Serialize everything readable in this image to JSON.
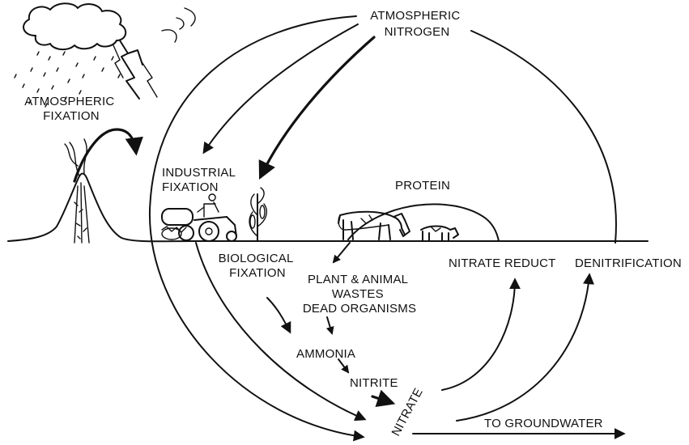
{
  "labels": {
    "atmospheric_nitrogen": [
      "ATMOSPHERIC",
      "NITROGEN"
    ],
    "atmospheric_fixation": [
      "ATMOSPHERIC",
      "FIXATION"
    ],
    "industrial_fixation": [
      "INDUSTRIAL",
      "FIXATION"
    ],
    "protein": "PROTEIN",
    "biological_fixation": [
      "BIOLOGICAL",
      "FIXATION"
    ],
    "plant_animal_wastes": [
      "PLANT & ANIMAL",
      "WASTES",
      "DEAD ORGANISMS"
    ],
    "nitrate_reduct": "NITRATE REDUCT",
    "denitrification": "DENITRIFICATION",
    "ammonia": "AMMONIA",
    "nitrite": "NITRITE",
    "nitrate": "NITRATE",
    "to_groundwater": "TO GROUNDWATER"
  },
  "icons": [
    "storm-cloud-icon",
    "lightning-icon",
    "volcano-icon",
    "tractor-icon",
    "corn-plant-icon",
    "cow-icon",
    "calf-icon"
  ]
}
